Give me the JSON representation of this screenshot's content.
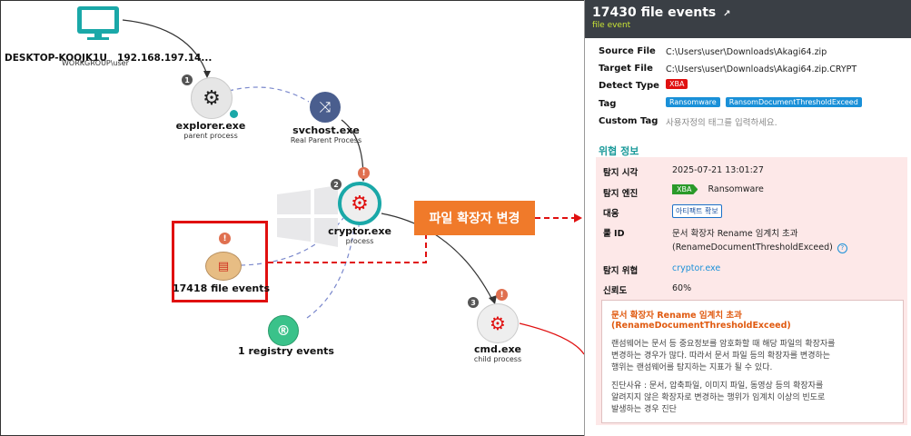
{
  "graph": {
    "desktop": {
      "name": "DESKTOP-KOOJK1U",
      "ip": "192.168.197.14...",
      "sub": "WORKGROUP\\user"
    },
    "explorer": {
      "num": "1",
      "name": "explorer.exe",
      "role": "parent process"
    },
    "svchost": {
      "name": "svchost.exe",
      "role": "Real Parent Process"
    },
    "cryptor": {
      "num": "2",
      "name": "cryptor.exe",
      "role": "process"
    },
    "files": {
      "name": "17418 file events"
    },
    "registry": {
      "name": "1 registry events"
    },
    "cmd": {
      "num": "3",
      "name": "cmd.exe",
      "role": "child process"
    },
    "warn_glyph": "!",
    "callout": "파일 확장자 변경",
    "colors": {
      "teal": "#1aa8a8",
      "callout": "#f07a2a",
      "highlight": "#e01010",
      "svchost": "#4a5e8e"
    }
  },
  "panel": {
    "title": "17430 file events",
    "subtitle": "file event",
    "fields": {
      "source_label": "Source File",
      "source": "C:\\Users\\user\\Downloads\\Akagi64.zip",
      "target_label": "Target File",
      "target": "C:\\Users\\user\\Downloads\\Akagi64.zip.CRYPT",
      "detect_label": "Detect Type",
      "detect": "XBA",
      "tag_label": "Tag",
      "tags": [
        "Ransomware",
        "RansomDocumentThresholdExceed"
      ],
      "custom_label": "Custom Tag",
      "custom_placeholder": "사용자정의 태그를 입력하세요."
    },
    "threat": {
      "section": "위협 정보",
      "time_label": "탐지 시각",
      "time": "2025-07-21 13:01:27",
      "engine_label": "탐지 엔진",
      "engine_badge": "XBA",
      "engine": "Ransomware",
      "response_label": "대응",
      "response": "아티팩트 확보",
      "rule_label": "룰 ID",
      "rule_line1": "문서 확장자 Rename 임계치 초과",
      "rule_line2": "(RenameDocumentThresholdExceed)",
      "target_label": "탐지 위협",
      "target": "cryptor.exe",
      "conf_label": "신뢰도",
      "conf": "60%",
      "box_title1": "문서 확장자 Rename 임계치 초과",
      "box_title2": "(RenameDocumentThresholdExceed)",
      "box_p1": "랜섬웨어는 문서 등 중요정보를 암호화할 때 해당 파일의 확장자를",
      "box_p2": "변경하는 경우가 많다. 따라서 문서 파일 등의 확장자를 변경하는",
      "box_p3": "행위는 랜섬웨어를 탐지하는 지표가 될 수 있다.",
      "box_p4": "진단사유 : 문서, 압축파일, 이미지 파일, 동영상 등의 확장자를",
      "box_p5": "알려지지 않은 확장자로 변경하는 행위가 임계치 이상의 빈도로",
      "box_p6": "발생하는 경우 진단"
    }
  }
}
